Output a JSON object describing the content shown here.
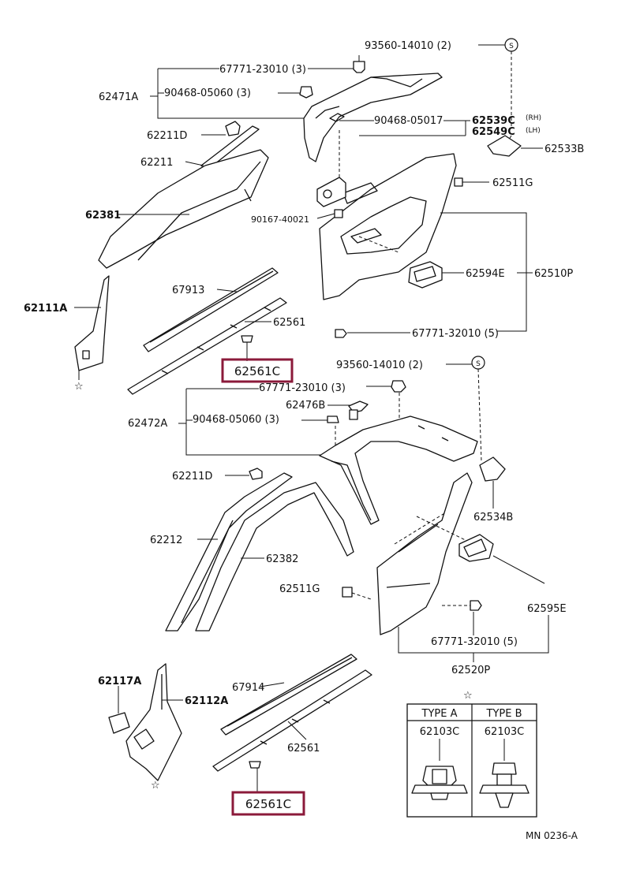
{
  "callouts": {
    "c93560_top": "93560-14010 (2)",
    "c67771_23010_top": "67771-23010 (3)",
    "c62471A": "62471A",
    "c90468_05060_top": "90468-05060 (3)",
    "c90468_05017": "90468-05017",
    "c62539C": "62539C",
    "c62539C_side": "(RH)",
    "c62549C": "62549C",
    "c62549C_side": "(LH)",
    "c62211D_top": "62211D",
    "c62533B": "62533B",
    "c62211": "62211",
    "c62511G_top": "62511G",
    "c62381": "62381",
    "c90167": "90167-40021",
    "c67913": "67913",
    "c62594E": "62594E",
    "c62510P": "62510P",
    "c62111A": "62111A",
    "c62561_top": "62561",
    "c67771_32010_top": "67771-32010 (5)",
    "c62561C_top": "62561C",
    "c93560_mid": "93560-14010 (2)",
    "c67771_23010_mid": "67771-23010 (3)",
    "c62476B": "62476B",
    "c62472A": "62472A",
    "c90468_05060_mid": "90468-05060 (3)",
    "c62211D_mid": "62211D",
    "c62534B": "62534B",
    "c62212": "62212",
    "c62382": "62382",
    "c62511G_mid": "62511G",
    "c62595E": "62595E",
    "c67771_32010_mid": "67771-32010 (5)",
    "c62520P": "62520P",
    "c62117A": "62117A",
    "c67914": "67914",
    "c62112A": "62112A",
    "c62561_bot": "62561",
    "c62561C_bot": "62561C"
  },
  "symbols": {
    "s_mark": "S",
    "star": "☆"
  },
  "type_table": {
    "type_a_header": "TYPE A",
    "type_b_header": "TYPE B",
    "type_a_part": "62103C",
    "type_b_part": "62103C"
  },
  "footer": {
    "code": "MN  0236-A"
  },
  "colors": {
    "highlight": "#8b1a3a",
    "line": "#111111"
  }
}
